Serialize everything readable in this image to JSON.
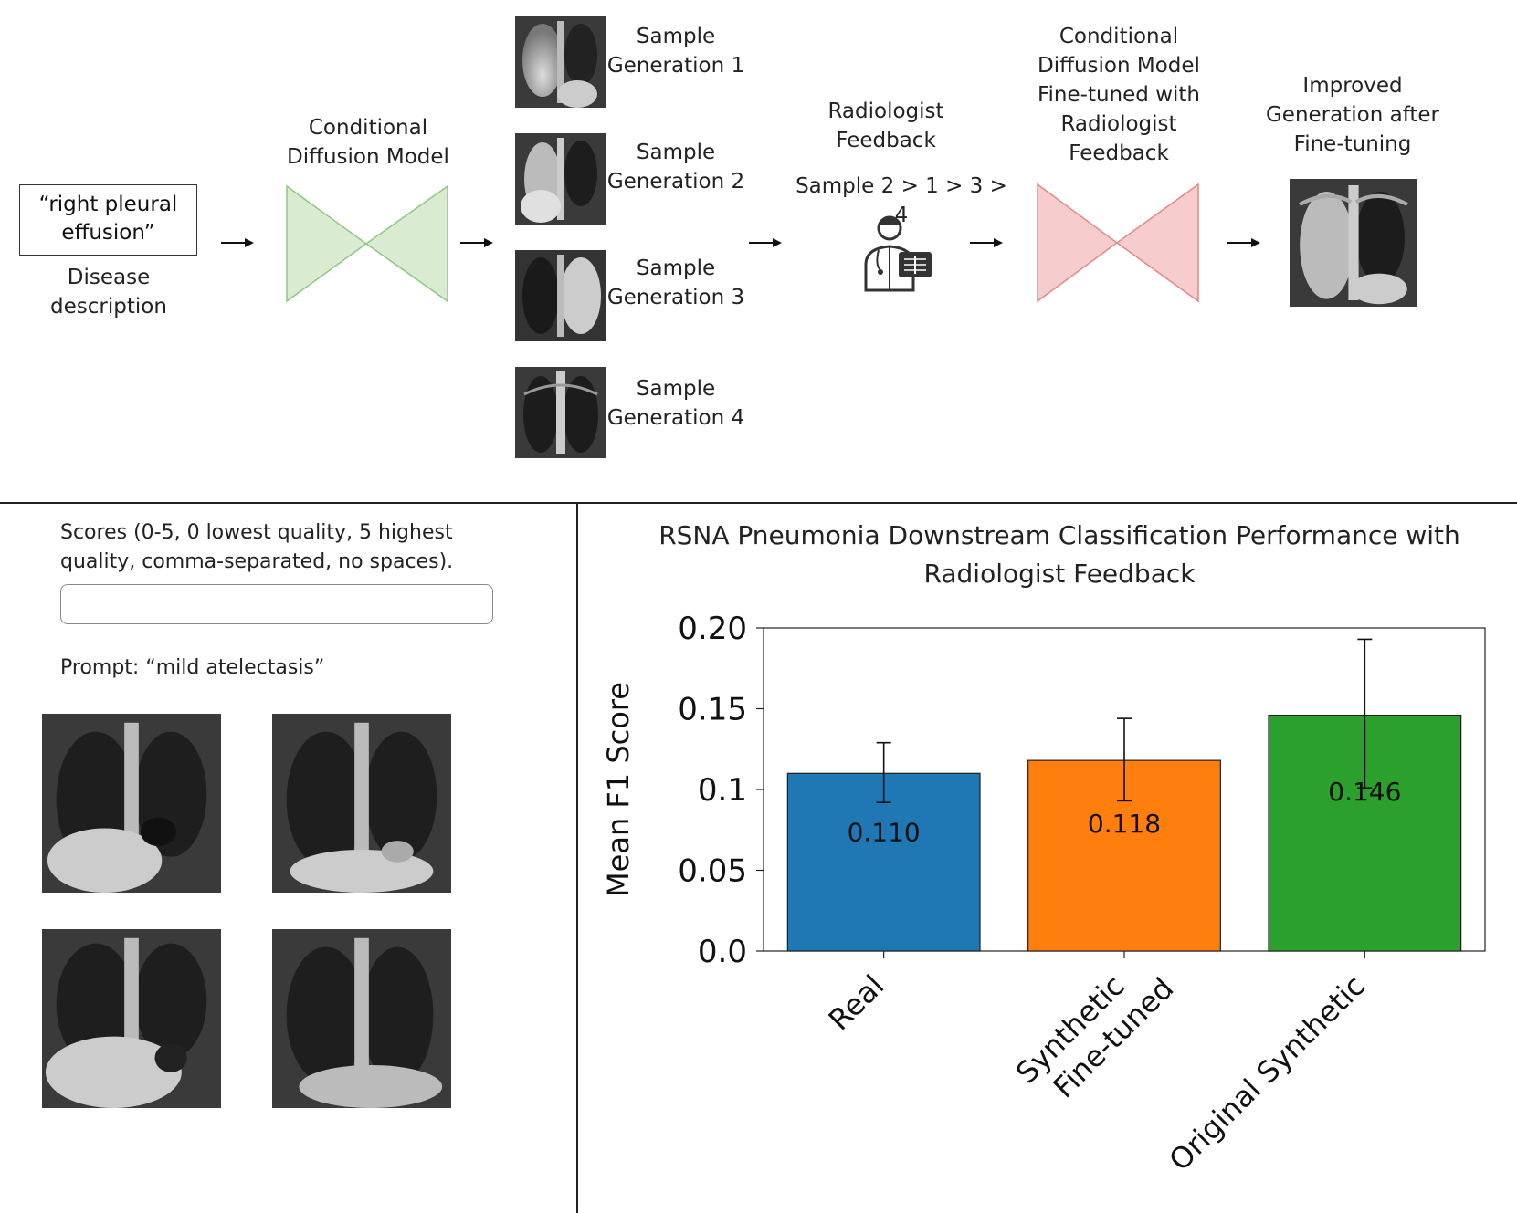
{
  "pipeline": {
    "input_text": "“right pleural effusion”",
    "input_caption": "Disease description",
    "model_label": "Conditional Diffusion Model",
    "samples": [
      "Sample Generation 1",
      "Sample Generation 2",
      "Sample Generation 3",
      "Sample Generation 4"
    ],
    "feedback_label": "Radiologist Feedback",
    "ranking": "Sample 2 > 1 > 3 > 4",
    "finetuned_label": "Conditional Diffusion Model Fine-tuned with Radiologist Feedback",
    "improved_label": "Improved Generation after Fine-tuning",
    "colors": {
      "model": "#d9ecd2",
      "model_border": "#8fc685",
      "finetuned": "#f6cccc",
      "finetuned_border": "#e08a8a"
    }
  },
  "scoring": {
    "instructions": "Scores (0-5, 0 lowest quality, 5 highest quality, comma-separated, no spaces).",
    "input_value": "",
    "prompt": "Prompt: “mild atelectasis”"
  },
  "chart_data": {
    "type": "bar",
    "title": "RSNA Pneumonia Downstream Classification Performance with Radiologist Feedback",
    "ylabel": "Mean F1 Score",
    "xlabel": "",
    "categories": [
      "Real",
      "Synthetic Fine-tuned",
      "Original Synthetic"
    ],
    "values": [
      0.11,
      0.118,
      0.146
    ],
    "value_labels": [
      "0.110",
      "0.118",
      "0.146"
    ],
    "error_low": [
      0.092,
      0.093,
      0.101
    ],
    "error_high": [
      0.129,
      0.144,
      0.193
    ],
    "ylim": [
      0.0,
      0.2
    ],
    "yticks": [
      "0.0",
      "0.05",
      "0.1",
      "0.15",
      "0.20"
    ],
    "ytick_values": [
      0.0,
      0.05,
      0.1,
      0.15,
      0.2
    ],
    "colors": [
      "#1f77b4",
      "#ff7f0e",
      "#2ca02c"
    ],
    "grid": false
  }
}
